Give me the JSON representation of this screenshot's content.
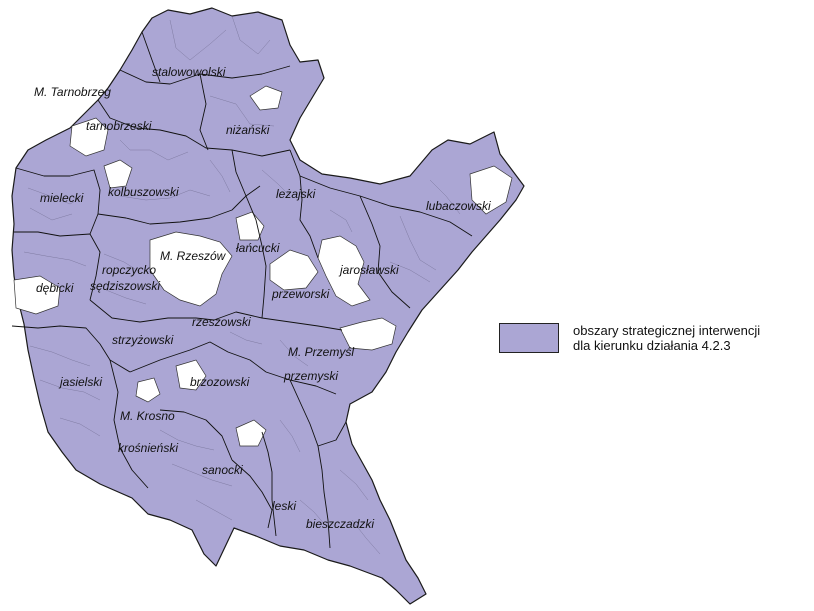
{
  "colors": {
    "region_fill": "#aba6d4",
    "legend_fill": "#aba6d4"
  },
  "map": {
    "labels": {
      "stalowowolski": "stalowowolski",
      "m_tarnobrzeg": "M. Tarnobrzeg",
      "tarnobrzeski": "tarnobrzeski",
      "nizanski": "niżański",
      "kolbuszowski": "kolbuszowski",
      "mielecki": "mielecki",
      "lezajski": "leżajski",
      "lubaczowski": "lubaczowski",
      "lancucki": "łańcucki",
      "m_rzeszow": "M. Rzeszów",
      "ropczycko1": "ropczycko",
      "ropczycko2": "sędziszowski",
      "debicki": "dębicki",
      "jaroslawski": "jarosławski",
      "przeworski": "przeworski",
      "rzeszowski": "rzeszowski",
      "strzyzowski": "strzyżowski",
      "m_przemysl": "M. Przemyśl",
      "przemyski": "przemyski",
      "jasielski": "jasielski",
      "brzozowski": "brzozowski",
      "m_krosno": "M. Krosno",
      "krosnienski": "krośnieński",
      "sanocki": "sanocki",
      "leski": "leski",
      "bieszczadzki": "bieszczadzki"
    }
  },
  "legend": {
    "line1": "obszary strategicznej interwencji",
    "line2": "dla kierunku działania 4.2.3"
  }
}
